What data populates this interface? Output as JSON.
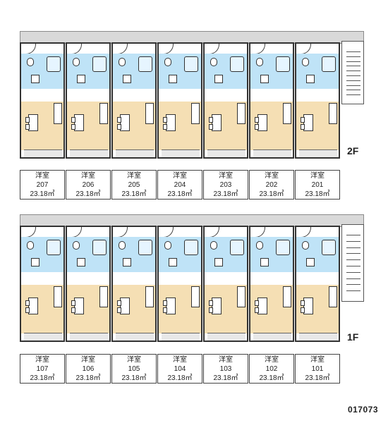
{
  "floors": [
    {
      "name": "2F",
      "units": [
        {
          "type": "洋室",
          "number": "207",
          "area": "23.18㎡"
        },
        {
          "type": "洋室",
          "number": "206",
          "area": "23.18㎡"
        },
        {
          "type": "洋室",
          "number": "205",
          "area": "23.18㎡"
        },
        {
          "type": "洋室",
          "number": "204",
          "area": "23.18㎡"
        },
        {
          "type": "洋室",
          "number": "203",
          "area": "23.18㎡"
        },
        {
          "type": "洋室",
          "number": "202",
          "area": "23.18㎡"
        },
        {
          "type": "洋室",
          "number": "201",
          "area": "23.18㎡"
        }
      ]
    },
    {
      "name": "1F",
      "units": [
        {
          "type": "洋室",
          "number": "107",
          "area": "23.18㎡"
        },
        {
          "type": "洋室",
          "number": "106",
          "area": "23.18㎡"
        },
        {
          "type": "洋室",
          "number": "105",
          "area": "23.18㎡"
        },
        {
          "type": "洋室",
          "number": "104",
          "area": "23.18㎡"
        },
        {
          "type": "洋室",
          "number": "103",
          "area": "23.18㎡"
        },
        {
          "type": "洋室",
          "number": "102",
          "area": "23.18㎡"
        },
        {
          "type": "洋室",
          "number": "101",
          "area": "23.18㎡"
        }
      ]
    }
  ],
  "property_code": "017073",
  "colors": {
    "wet_area": "#bfe3f7",
    "living_room": "#f5dfb4",
    "corridor": "#d9d9d9"
  }
}
